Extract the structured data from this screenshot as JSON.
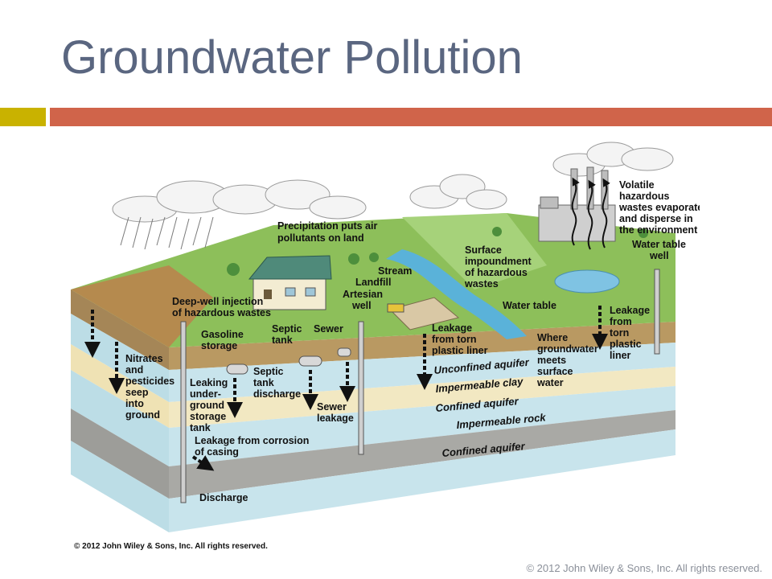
{
  "slide": {
    "title": "Groundwater Pollution",
    "footer": "© 2012 John Wiley & Sons, Inc. All rights reserved.",
    "accent_colors": {
      "yellow": "#c9b200",
      "red": "#d0644a",
      "title": "#5a6680"
    }
  },
  "diagram": {
    "image_copyright": "© 2012 John Wiley & Sons, Inc. All rights reserved.",
    "labels": {
      "precipitation": [
        "Precipitation puts air",
        "pollutants on land"
      ],
      "volatile": [
        "Volatile",
        "hazardous",
        "wastes evaporate",
        "and disperse in",
        "the environment"
      ],
      "water_table_well": [
        "Water table",
        "well"
      ],
      "stream": "Stream",
      "surface_impoundment": [
        "Surface",
        "impoundment",
        "of hazardous",
        "wastes"
      ],
      "landfill": "Landfill",
      "artesian_well": [
        "Artesian",
        "well"
      ],
      "water_table": "Water table",
      "deep_well": [
        "Deep-well injection",
        "of hazardous wastes"
      ],
      "septic_tank": [
        "Septic",
        "tank"
      ],
      "sewer": "Sewer",
      "gasoline_storage": [
        "Gasoline",
        "storage"
      ],
      "leakage_torn_liner_left": [
        "Leakage",
        "from torn",
        "plastic liner"
      ],
      "where_groundwater": [
        "Where",
        "groundwater",
        "meets",
        "surface",
        "water"
      ],
      "leakage_torn_liner_right": [
        "Leakage",
        "from",
        "torn",
        "plastic",
        "liner"
      ],
      "nitrates": [
        "Nitrates",
        "and",
        "pesticides",
        "seep",
        "into",
        "ground"
      ],
      "leaking_tank": [
        "Leaking",
        "under-",
        "ground",
        "storage",
        "tank"
      ],
      "septic_discharge": [
        "Septic",
        "tank",
        "discharge"
      ],
      "sewer_leakage": [
        "Sewer",
        "leakage"
      ],
      "unconfined_aquifer": "Unconfined aquifer",
      "impermeable_clay": "Impermeable clay",
      "confined_aquifer_1": "Confined aquifer",
      "impermeable_rock": "Impermeable rock",
      "confined_aquifer_2": "Confined aquifer",
      "leakage_corrosion": [
        "Leakage from corrosion",
        "of casing"
      ],
      "discharge": "Discharge"
    }
  }
}
